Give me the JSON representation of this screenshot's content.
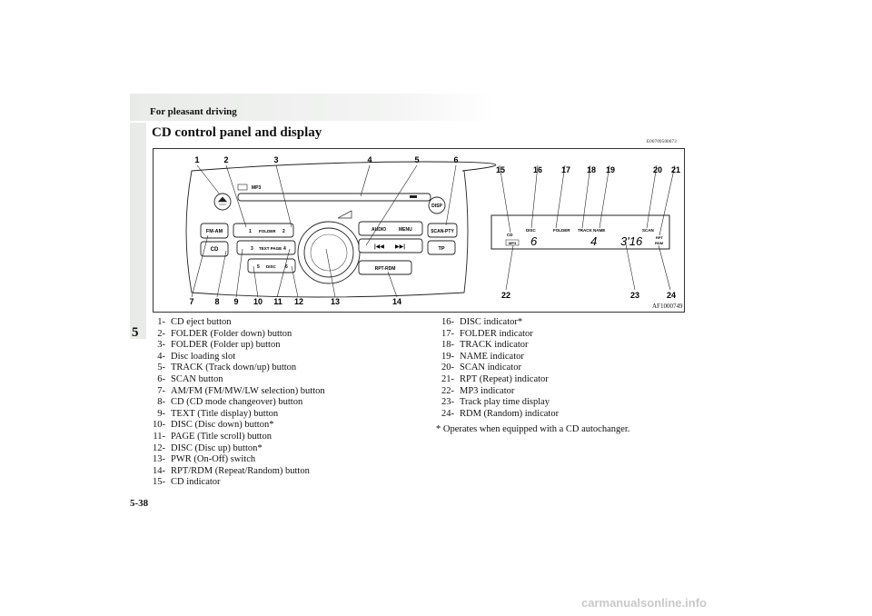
{
  "header": {
    "section": "For pleasant driving"
  },
  "tab": {
    "number": "5"
  },
  "title": "CD control panel and display",
  "doc_code": "E00709500673",
  "figure": {
    "code": "AF1000749",
    "panel": {
      "buttons": {
        "folder": "FOLDER",
        "text_page": "TEXT PAGE",
        "disc": "DISC",
        "fm_am": "FM-AM",
        "cd": "CD",
        "audio": "AUDIO",
        "menu": "MENU",
        "scan_pty": "SCAN-PTY",
        "tp": "TP",
        "disp": "DISP",
        "rpt_rdm": "RPT-RDM",
        "mp3": "MP3",
        "n1": "1",
        "n2": "2",
        "n3": "3",
        "n4": "4",
        "n5": "5",
        "n6": "6"
      }
    },
    "display": {
      "cd": "CD",
      "mp3": "MP3",
      "disc": "DISC",
      "folder": "FOLDER",
      "track_name": "TRACK NAME",
      "scan": "SCAN",
      "rpt": "RPT",
      "rdm": "RDM",
      "disc_value": "6",
      "track_value": "4",
      "time_value": "3'16"
    },
    "callouts": [
      "1",
      "2",
      "3",
      "4",
      "5",
      "6",
      "7",
      "8",
      "9",
      "10",
      "11",
      "12",
      "13",
      "14",
      "15",
      "16",
      "17",
      "18",
      "19",
      "20",
      "21",
      "22",
      "23",
      "24"
    ]
  },
  "list_left": [
    {
      "n": "1-",
      "t": "CD eject button"
    },
    {
      "n": "2-",
      "t": "FOLDER (Folder down) button"
    },
    {
      "n": "3-",
      "t": "FOLDER (Folder up) button"
    },
    {
      "n": "4-",
      "t": "Disc loading slot"
    },
    {
      "n": "5-",
      "t": "TRACK (Track down/up) button"
    },
    {
      "n": "6-",
      "t": "SCAN button"
    },
    {
      "n": "7-",
      "t": "AM/FM (FM/MW/LW selection) button"
    },
    {
      "n": "8-",
      "t": "CD (CD mode changeover) button"
    },
    {
      "n": "9-",
      "t": "TEXT (Title display) button"
    },
    {
      "n": "10-",
      "t": "DISC (Disc down) button*"
    },
    {
      "n": "11-",
      "t": "PAGE (Title scroll) button"
    },
    {
      "n": "12-",
      "t": "DISC (Disc up) button*"
    },
    {
      "n": "13-",
      "t": "PWR (On-Off) switch"
    },
    {
      "n": "14-",
      "t": "RPT/RDM (Repeat/Random) button"
    },
    {
      "n": "15-",
      "t": "CD indicator"
    }
  ],
  "list_right": [
    {
      "n": "16-",
      "t": "DISC indicator*"
    },
    {
      "n": "17-",
      "t": "FOLDER indicator"
    },
    {
      "n": "18-",
      "t": "TRACK indicator"
    },
    {
      "n": "19-",
      "t": "NAME indicator"
    },
    {
      "n": "20-",
      "t": "SCAN indicator"
    },
    {
      "n": "21-",
      "t": "RPT (Repeat) indicator"
    },
    {
      "n": "22-",
      "t": "MP3 indicator"
    },
    {
      "n": "23-",
      "t": "Track play time display"
    },
    {
      "n": "24-",
      "t": "RDM (Random) indicator"
    }
  ],
  "footnote": "* Operates when equipped with a CD autochanger.",
  "page_number": "5-38",
  "footer": "carmanualsonline.info"
}
